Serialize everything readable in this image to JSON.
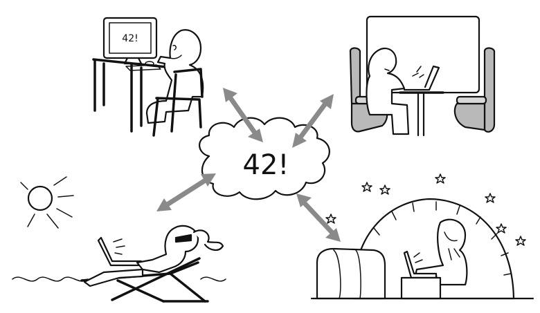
{
  "cloud": {
    "text": "42!"
  },
  "desk_monitor": {
    "text": "42!"
  },
  "colors": {
    "arrow": "#8a8a8a",
    "line": "#111111",
    "seat": "#b9b9b9"
  },
  "scenes": [
    {
      "id": "office-desk"
    },
    {
      "id": "train-seat"
    },
    {
      "id": "beach-lounger"
    },
    {
      "id": "igloo"
    }
  ]
}
